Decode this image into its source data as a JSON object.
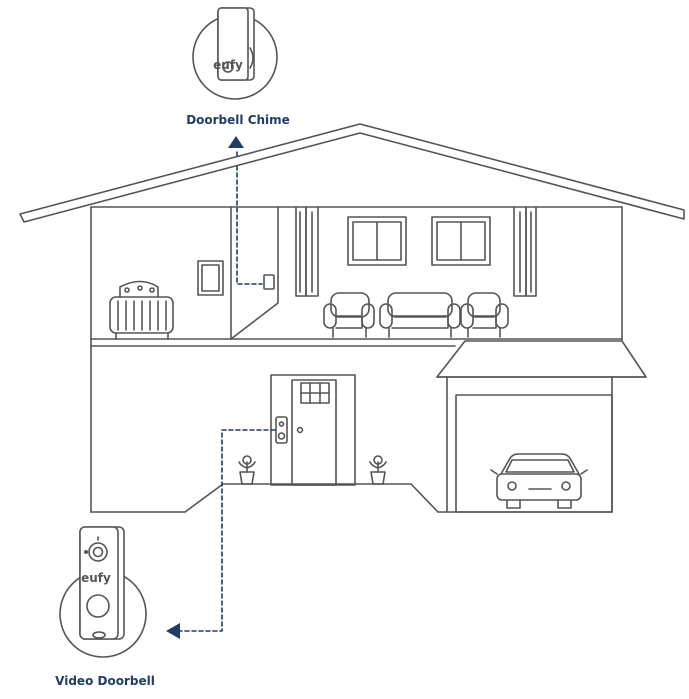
{
  "labels": {
    "chime": "Doorbell Chime",
    "doorbell": "Video Doorbell"
  },
  "logos": {
    "chime_logo": "eufy",
    "doorbell_logo": "eufy"
  },
  "colors": {
    "line": "#555555",
    "accent": "#1f3d66",
    "label": "#1f3d66"
  }
}
